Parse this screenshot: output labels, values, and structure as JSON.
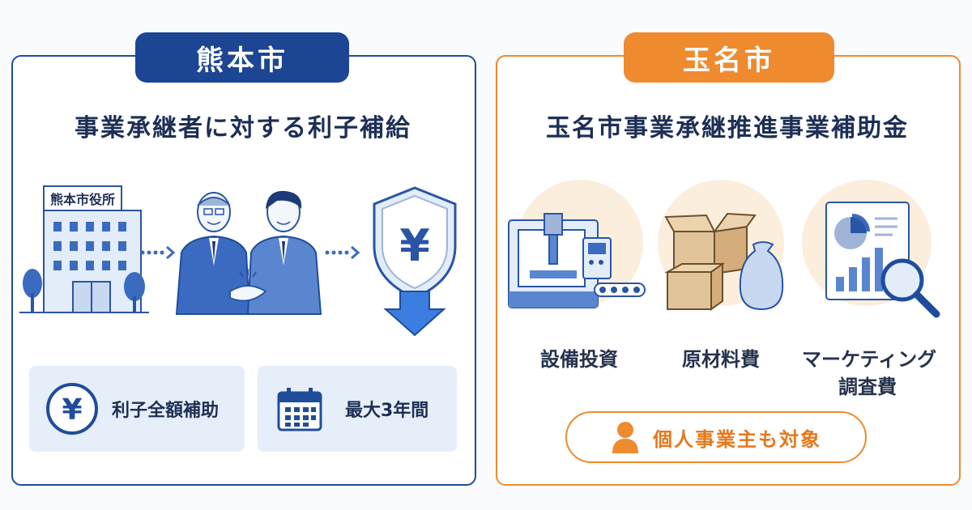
{
  "left": {
    "city": "熊本市",
    "title": "事業承継者に対する利子補給",
    "building_sign": "熊本市役所",
    "info": [
      {
        "label": "利子全額補助",
        "icon": "yen-coin-icon"
      },
      {
        "label": "最大3年間",
        "icon": "calendar-icon"
      }
    ],
    "colors": {
      "primary": "#1c4593",
      "light": "#e6eefa"
    }
  },
  "right": {
    "city": "玉名市",
    "title": "玉名市事業承継推進事業補助金",
    "items": [
      {
        "label": "設備投資",
        "icon": "machinery-icon"
      },
      {
        "label": "原材料費",
        "icon": "materials-icon"
      },
      {
        "label_line1": "マーケティング",
        "label_line2": "調査費",
        "icon": "market-research-icon"
      }
    ],
    "note": "個人事業主も対象",
    "colors": {
      "primary": "#ef8a2e",
      "light": "#fbeedd"
    }
  }
}
